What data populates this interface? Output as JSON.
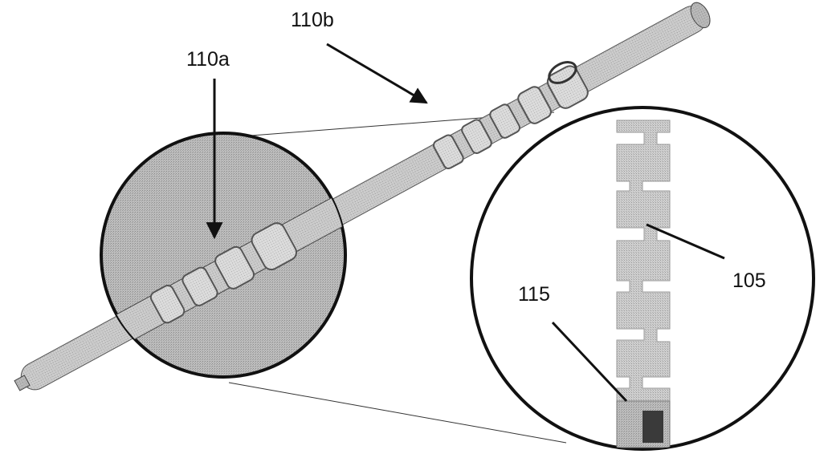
{
  "figure": {
    "labels": {
      "tube_region_a": "110a",
      "tube_region_b": "110b",
      "cut_pattern": "105",
      "distal_tip_section": "115"
    },
    "colors": {
      "line": "#111111",
      "tube_fill": "#d3d3d3",
      "magnifier_fill": "#c4c4c4",
      "pattern_fill": "#cfcfcf",
      "dark_marker": "#3a3a3a"
    }
  }
}
